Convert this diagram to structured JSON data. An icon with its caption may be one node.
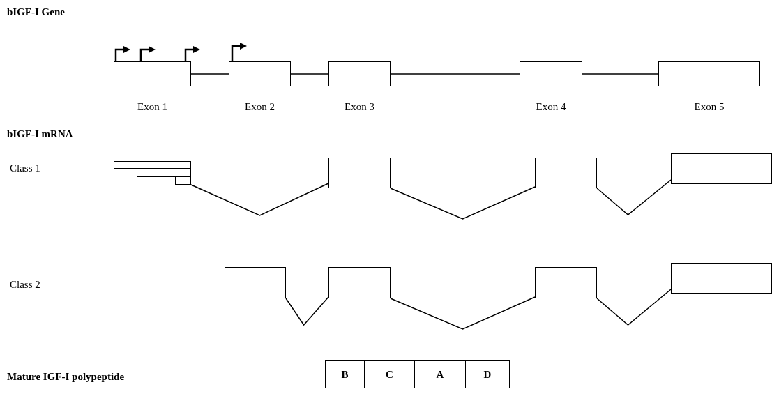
{
  "diagram": {
    "nodes": [
      {
        "text": [
          "Exon 1"
        ]
      },
      {
        "text": [
          "Exon 2"
        ]
      },
      {
        "text": [
          "Exon 3"
        ]
      },
      {
        "text": [
          "Exon 4"
        ]
      },
      {
        "text": [
          "Exon 5"
        ]
      },
      {
        "text": [],
        "shape": "box"
      },
      {
        "text": [],
        "shape": "box"
      },
      {
        "text": [],
        "shape": "box"
      },
      {
        "text": [],
        "shape": "box"
      },
      {
        "text": [],
        "shape": "box"
      },
      {
        "text": [],
        "shape": "box"
      },
      {
        "text": [],
        "shape": "box"
      },
      {
        "text": [],
        "shape": "box"
      },
      {
        "text": [],
        "shape": "box"
      },
      {
        "text": [],
        "shape": "box"
      },
      {
        "text": [
          "B"
        ]
      },
      {
        "text": [
          "C"
        ]
      },
      {
        "text": [
          "A"
        ]
      },
      {
        "text": [
          "D"
        ]
      }
    ],
    "edges": [
      {
        "from": 0,
        "to": 1,
        "arrow": "none"
      },
      {
        "from": 1,
        "to": 2,
        "arrow": "none"
      },
      {
        "from": 2,
        "to": 3,
        "arrow": "none"
      },
      {
        "from": 3,
        "to": 4,
        "arrow": "none"
      },
      {
        "from": 7,
        "to": 8,
        "arrow": "none"
      },
      {
        "from": 8,
        "to": 9,
        "arrow": "none"
      },
      {
        "from": 9,
        "to": 10,
        "arrow": "none"
      },
      {
        "from": 11,
        "to": 12,
        "arrow": "none"
      },
      {
        "from": 12,
        "to": 13,
        "arrow": "none"
      },
      {
        "from": 13,
        "to": 14,
        "arrow": "none"
      }
    ],
    "labels": [
      "bIGF-I Gene",
      "bIGF-I mRNA",
      "Class 1",
      "Class 2",
      "Mature IGF-I polypeptide"
    ]
  }
}
